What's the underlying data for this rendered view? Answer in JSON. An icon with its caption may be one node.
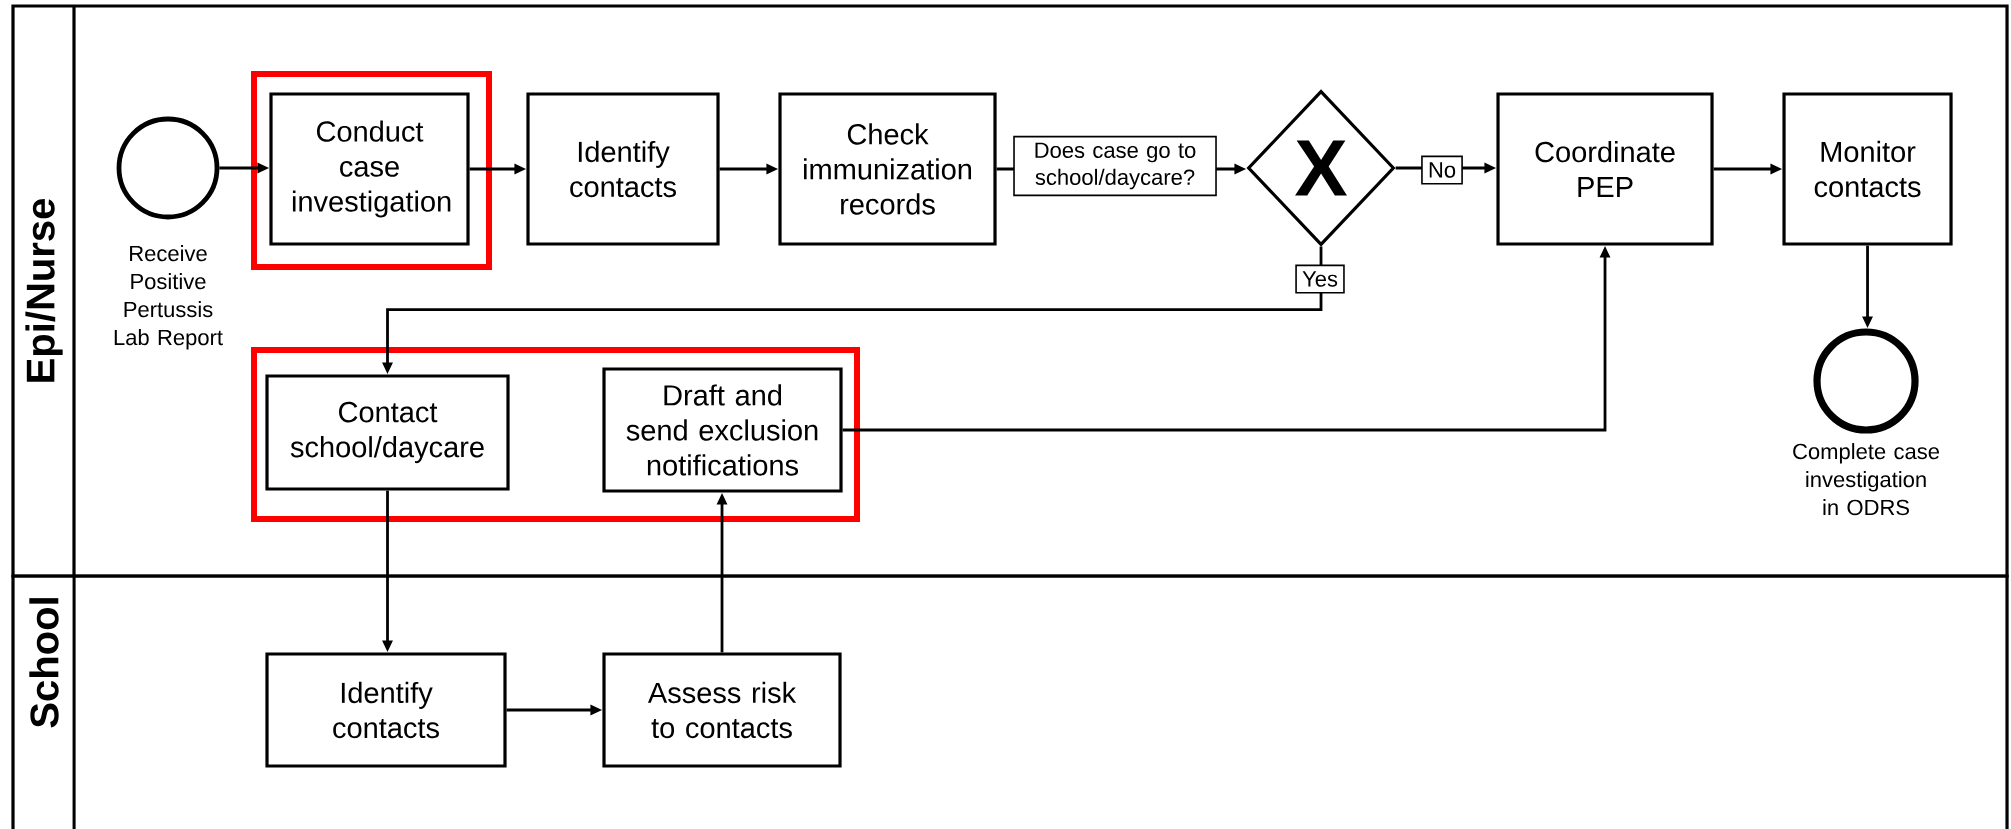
{
  "diagram": {
    "nodes": [
      {
        "text": [
          "Epi/Nurse"
        ]
      },
      {
        "text": [
          "School"
        ]
      },
      {
        "text": [],
        "shape": "circle",
        "beside": [
          "Receive Positive Pertussis Lab Report"
        ],
        "in": 0
      },
      {
        "text": [],
        "shape": "box",
        "in": 0
      },
      {
        "text": [
          "Conduct case investigation"
        ],
        "in": 3
      },
      {
        "text": [
          "Identify contacts"
        ],
        "in": 0
      },
      {
        "text": [
          "Check immunization records"
        ],
        "in": 0
      },
      {
        "text": [
          "X"
        ],
        "in": 0
      },
      {
        "text": [
          "Coordinate PEP"
        ],
        "in": 0
      },
      {
        "text": [
          "Monitor contacts"
        ],
        "in": 0
      },
      {
        "text": [],
        "shape": "circle",
        "beside": [
          "Complete case investigation in ODRS"
        ],
        "in": 0
      },
      {
        "text": [],
        "shape": "box",
        "in": 0
      },
      {
        "text": [
          "Contact school/daycare"
        ],
        "in": 11
      },
      {
        "text": [
          "Draft and send exclusion notifications"
        ],
        "in": 11
      },
      {
        "text": [
          "Identify contacts"
        ],
        "in": 1
      },
      {
        "text": [
          "Assess risk to contacts"
        ],
        "in": 1
      }
    ],
    "edges": [
      {
        "from": 2,
        "to": 4,
        "arrow": "to"
      },
      {
        "from": 4,
        "to": 5,
        "arrow": "to"
      },
      {
        "from": 5,
        "to": 6,
        "arrow": "to"
      },
      {
        "from": 6,
        "to": 7,
        "arrow": "to",
        "label": "Does case go to school/daycare?"
      },
      {
        "from": 7,
        "to": 8,
        "arrow": "to",
        "label": "No"
      },
      {
        "from": 7,
        "to": 12,
        "arrow": "to",
        "label": "Yes"
      },
      {
        "from": 8,
        "to": 9,
        "arrow": "to"
      },
      {
        "from": 9,
        "to": 10,
        "arrow": "to"
      },
      {
        "from": 12,
        "to": 14,
        "arrow": "to"
      },
      {
        "from": 14,
        "to": 15,
        "arrow": "to"
      },
      {
        "from": 15,
        "to": 13,
        "arrow": "to"
      },
      {
        "from": 13,
        "to": 8,
        "arrow": "to"
      }
    ]
  }
}
